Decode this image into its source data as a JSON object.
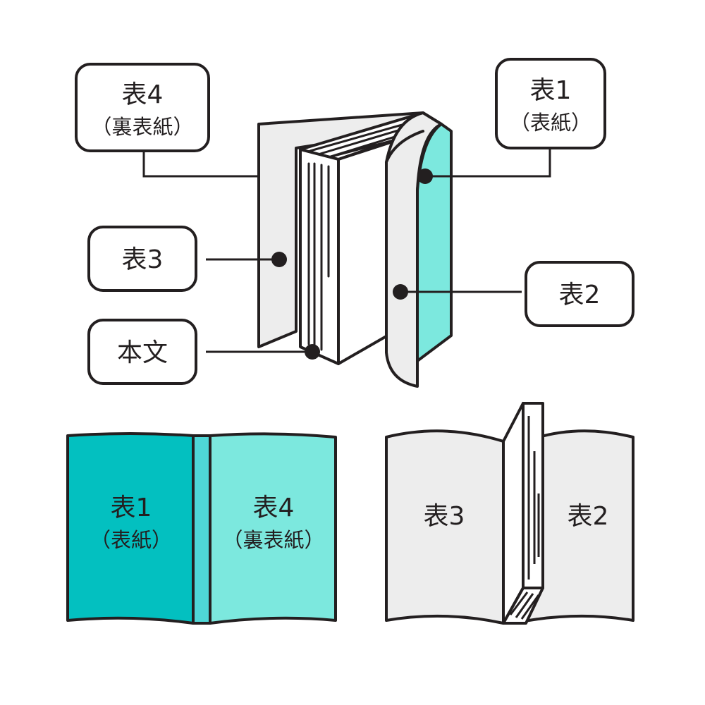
{
  "labels": {
    "cover4_title": "表4",
    "cover4_sub": "（裏表紙）",
    "cover1_title": "表1",
    "cover1_sub": "（表紙）",
    "cover3_title": "表3",
    "cover2_title": "表2",
    "body_text": "本文"
  },
  "colors": {
    "outline": "#231f20",
    "page_gray": "#ededed",
    "cover_teal_dark": "#03c0c0",
    "cover_teal_light": "#7ce8de",
    "spine_teal": "#4fd6d6",
    "inner_cover_teal": "#7ce8de"
  }
}
